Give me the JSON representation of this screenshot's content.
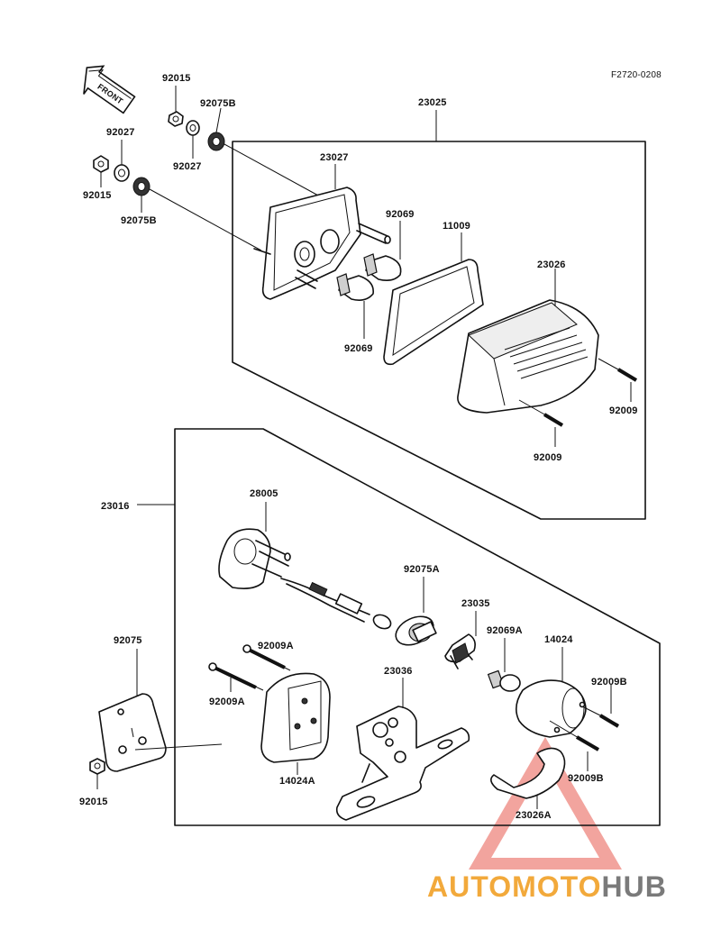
{
  "figure_code": "F2720-0208",
  "front_label": "FRONT",
  "watermark": {
    "word_a": "AUTOMOTO",
    "word_b": "HUB",
    "color_a": "#f2a93b",
    "color_b": "#7a7a7a",
    "triangle_color": "#e85a4f"
  },
  "groups": {
    "upper": "23025",
    "lower": "23016"
  },
  "parts": {
    "p_92015_a": "92015",
    "p_92075B_a": "92075B",
    "p_92027_a": "92027",
    "p_92027_b": "92027",
    "p_92015_b": "92015",
    "p_92075B_b": "92075B",
    "p_23027": "23027",
    "p_92069_a": "92069",
    "p_11009": "11009",
    "p_23026": "23026",
    "p_92069_b": "92069",
    "p_92009_a": "92009",
    "p_92009_b": "92009",
    "p_28005": "28005",
    "p_92075A": "92075A",
    "p_23035": "23035",
    "p_92069A": "92069A",
    "p_14024": "14024",
    "p_92075": "92075",
    "p_92009A_a": "92009A",
    "p_92009A_b": "92009A",
    "p_23036": "23036",
    "p_92009B_a": "92009B",
    "p_92009B_b": "92009B",
    "p_14024A": "14024A",
    "p_23026A": "23026A",
    "p_92015_c": "92015"
  }
}
